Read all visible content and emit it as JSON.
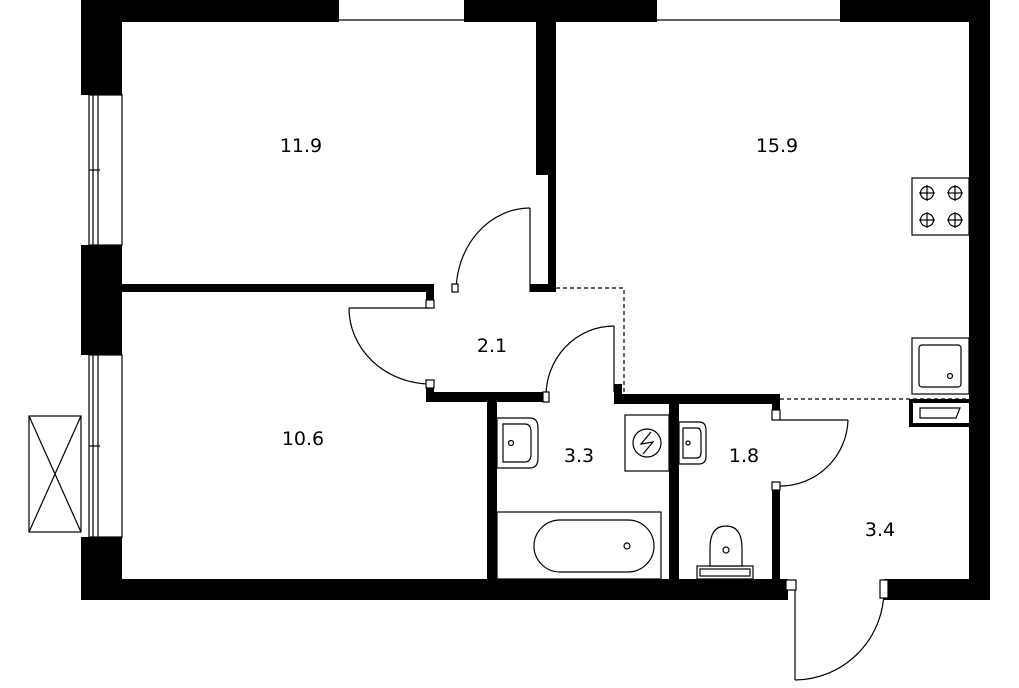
{
  "rooms": [
    {
      "id": "bedroom-1",
      "area": "11.9"
    },
    {
      "id": "kitchen-living",
      "area": "15.9"
    },
    {
      "id": "corridor",
      "area": "2.1"
    },
    {
      "id": "bedroom-2",
      "area": "10.6"
    },
    {
      "id": "bathroom",
      "area": "3.3"
    },
    {
      "id": "toilet",
      "area": "1.8"
    },
    {
      "id": "hall",
      "area": "3.4"
    }
  ],
  "fixtures": [
    "stove-icon",
    "kitchen-sink-icon",
    "washing-machine-icon",
    "bathtub-icon",
    "washbasin-icon",
    "toilet-icon"
  ],
  "colors": {
    "wall": "#000000",
    "background": "#ffffff"
  }
}
